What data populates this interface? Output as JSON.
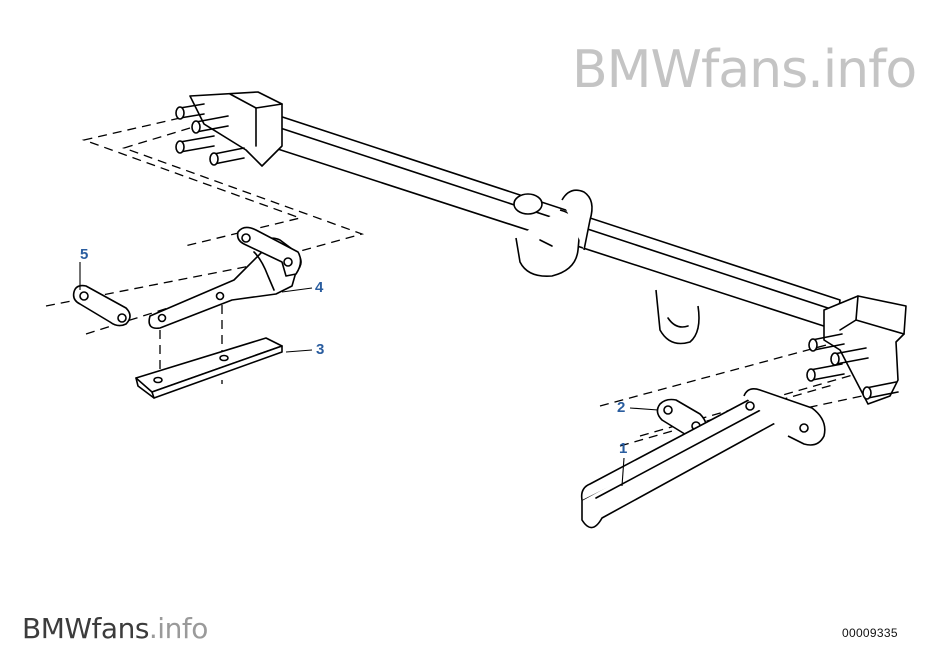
{
  "watermark": {
    "top_main": "BMWfans",
    "top_suffix": ".info",
    "bottom_main": "BMWfans",
    "bottom_suffix": ".info"
  },
  "diagram_code": "00009335",
  "callouts": [
    {
      "id": "callout-1",
      "label": "1"
    },
    {
      "id": "callout-2",
      "label": "2"
    },
    {
      "id": "callout-3",
      "label": "3"
    },
    {
      "id": "callout-4",
      "label": "4"
    },
    {
      "id": "callout-5",
      "label": "5"
    }
  ],
  "colors": {
    "callout": "#2a5d9f",
    "watermark_light": "#c4c4c4",
    "line": "#000000"
  }
}
